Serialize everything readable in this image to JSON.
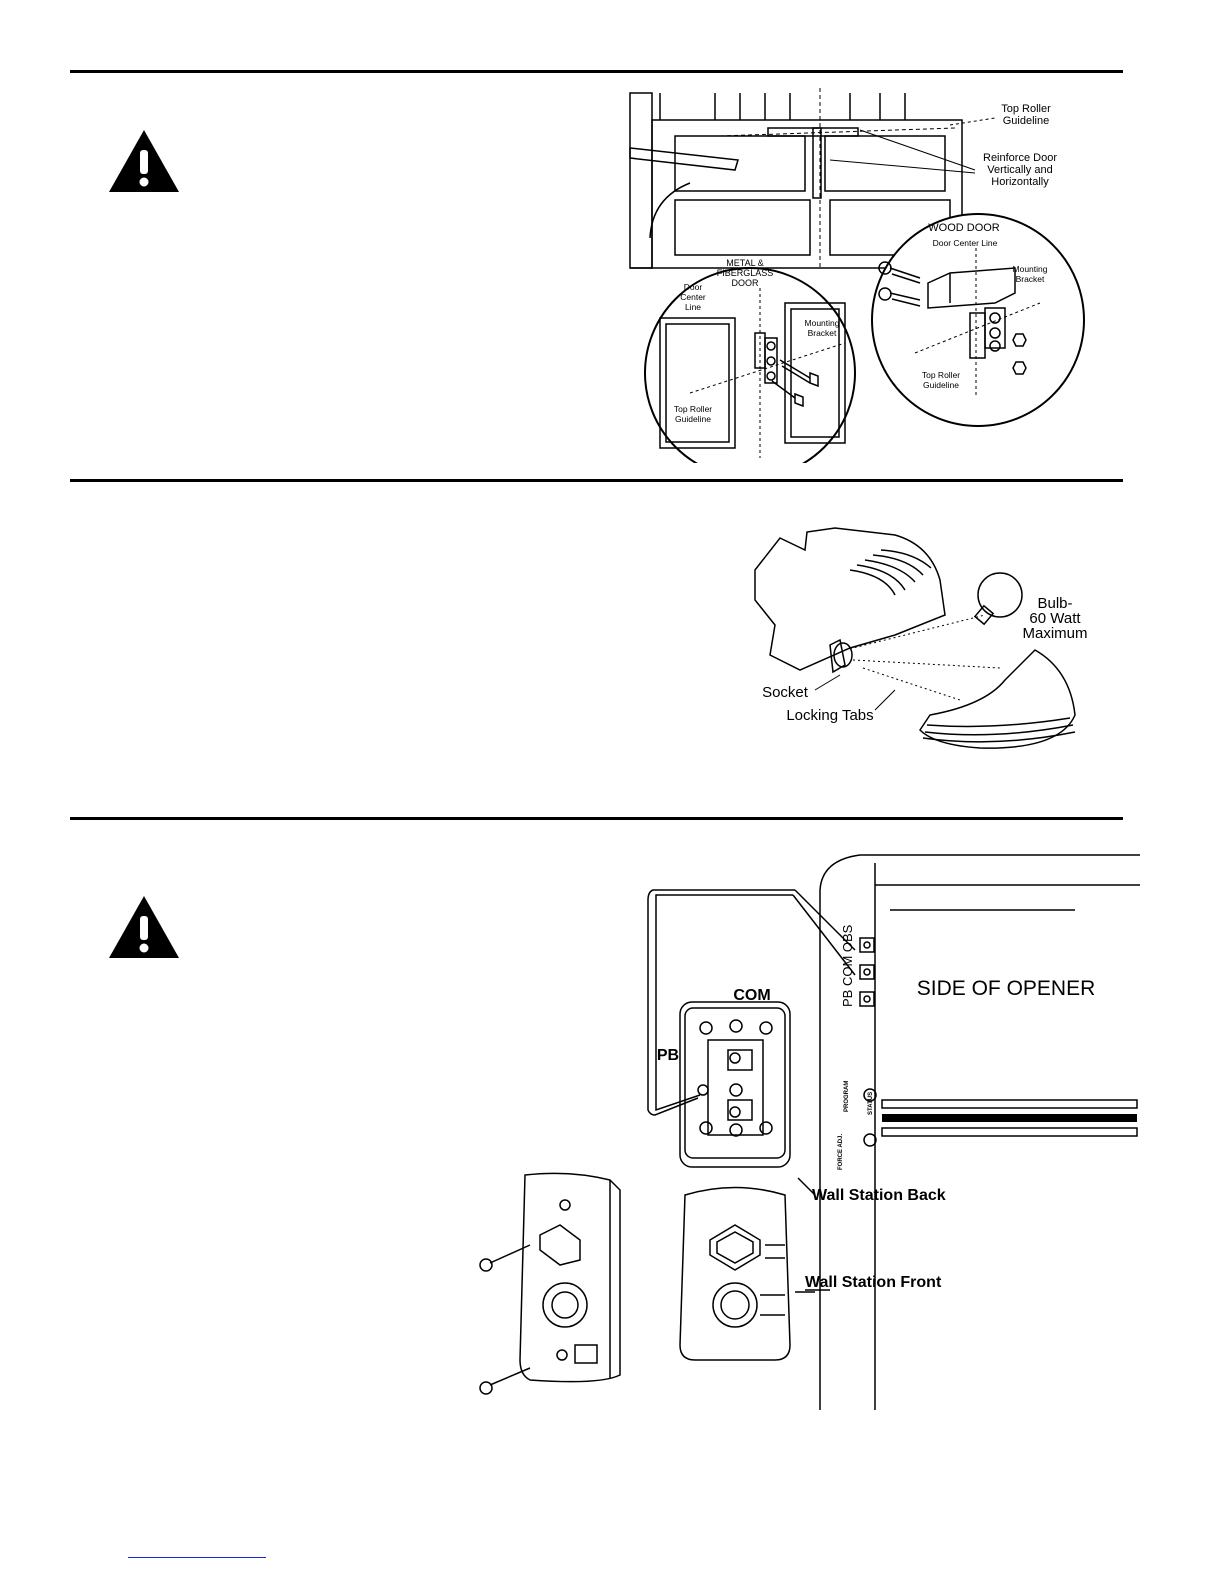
{
  "fig1": {
    "top_roller_guideline": "Top Roller Guideline",
    "reinforce_door": "Reinforce Door Vertically and Horizontally",
    "wood_door": "WOOD DOOR",
    "door_center_line": "Door Center Line",
    "mounting_bracket": "Mounting Bracket",
    "metal_fiberglass_door": "METAL & FIBERGLASS DOOR",
    "door_center_line_metal": "Door Center Line",
    "mounting_bracket_metal": "Mounting Bracket",
    "top_roller_guideline_metal": "Top Roller Guideline",
    "top_roller_guideline_wood": "Top Roller Guideline"
  },
  "fig2": {
    "bulb": "Bulb- 60 Watt Maximum",
    "socket": "Socket",
    "locking_tabs": "Locking Tabs"
  },
  "fig3": {
    "com": "COM",
    "pb": "PB",
    "terminals": "PB COM OBS",
    "side_of_opener": "SIDE OF OPENER",
    "program": "PROGRAM",
    "status": "STATUS",
    "force_adj": "FORCE ADJ.",
    "wall_station_back": "Wall Station Back",
    "wall_station_front": "Wall Station Front"
  }
}
